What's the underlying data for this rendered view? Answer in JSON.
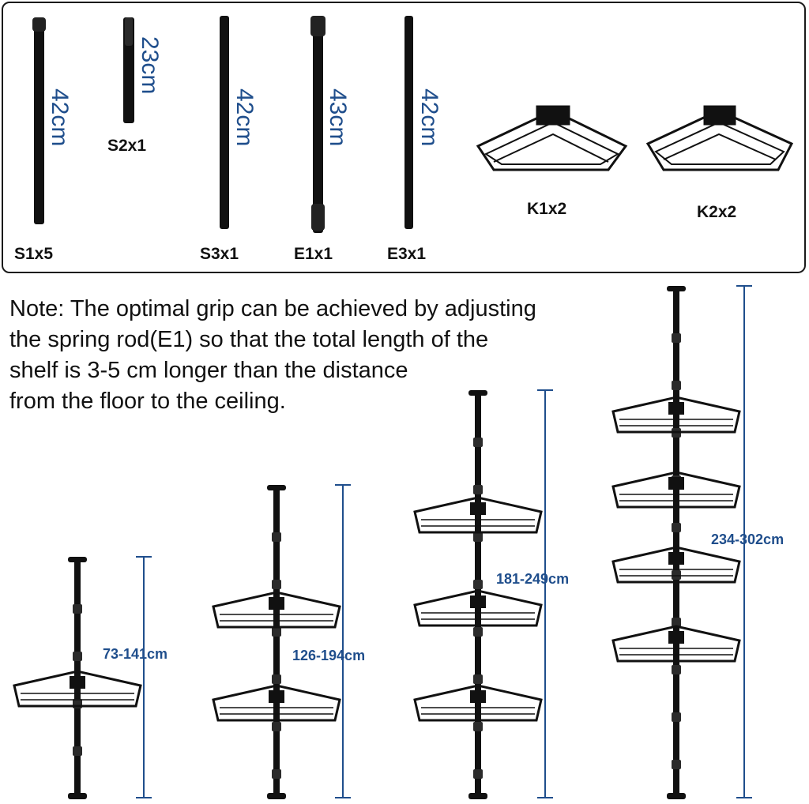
{
  "parts": [
    {
      "code": "S1x5",
      "length": "42cm"
    },
    {
      "code": "S2x1",
      "length": "23cm"
    },
    {
      "code": "S3x1",
      "length": "42cm"
    },
    {
      "code": "E1x1",
      "length": "43cm"
    },
    {
      "code": "E3x1",
      "length": "42cm"
    },
    {
      "code": "K1x2"
    },
    {
      "code": "K2x2"
    }
  ],
  "note": {
    "lines": [
      "Note: The optimal grip can be achieved by adjusting",
      "the spring rod(E1) so that the total length of the",
      "shelf is 3-5 cm longer than the distance",
      "from the floor to the ceiling."
    ]
  },
  "configurations": [
    {
      "range": "73-141cm",
      "baskets": 1
    },
    {
      "range": "126-194cm",
      "baskets": 2
    },
    {
      "range": "181-249cm",
      "baskets": 3
    },
    {
      "range": "234-302cm",
      "baskets": 4
    }
  ],
  "colors": {
    "accent": "#1f4e8c",
    "product": "#111111",
    "border": "#1a1a1a"
  }
}
